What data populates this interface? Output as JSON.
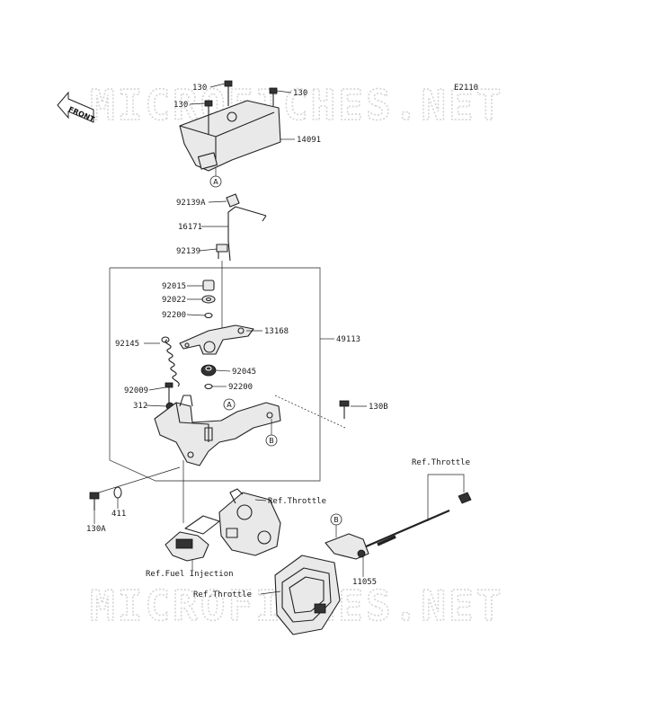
{
  "diagram_code": "E2110",
  "watermark": "MICROFICHES.NET",
  "front_label": "FRONT",
  "callouts": {
    "a": "A",
    "b": "B"
  },
  "parts": {
    "p130_top": "130",
    "p130_left": "130",
    "p130_right": "130",
    "p14091": "14091",
    "p92139a": "92139A",
    "p16171": "16171",
    "p92139": "92139",
    "p92015": "92015",
    "p92022": "92022",
    "p92200_top": "92200",
    "p13168": "13168",
    "p49113": "49113",
    "p92145": "92145",
    "p92045": "92045",
    "p92009": "92009",
    "p92200_bot": "92200",
    "p312": "312",
    "p130b": "130B",
    "p130a": "130A",
    "p411": "411",
    "p11055": "11055"
  },
  "refs": {
    "throttle_top": "Ref.Throttle",
    "throttle_mid": "Ref.Throttle",
    "throttle_bot": "Ref.Throttle",
    "fuel_injection": "Ref.Fuel Injection"
  }
}
